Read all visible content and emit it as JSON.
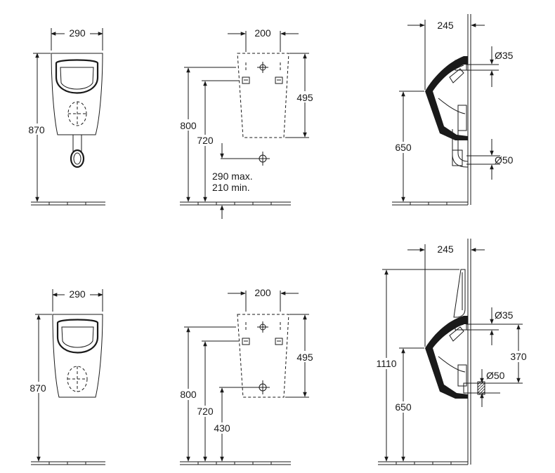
{
  "views": {
    "top_front": {
      "width": "290",
      "height": "870"
    },
    "top_rear": {
      "width": "200",
      "height": "495",
      "d1": "800",
      "d2": "720",
      "range_max": "290 max.",
      "range_min": "210 min."
    },
    "top_side": {
      "depth": "245",
      "d_top": "Ø35",
      "h": "650",
      "d_bottom": "Ø50"
    },
    "bottom_front": {
      "width": "290",
      "height": "870"
    },
    "bottom_rear": {
      "width": "200",
      "height": "495",
      "d1": "800",
      "d2": "720",
      "d3": "430"
    },
    "bottom_side": {
      "depth": "245",
      "d_top": "Ø35",
      "h_total": "1110",
      "h": "650",
      "d_bottom": "Ø50",
      "gap": "370"
    }
  }
}
